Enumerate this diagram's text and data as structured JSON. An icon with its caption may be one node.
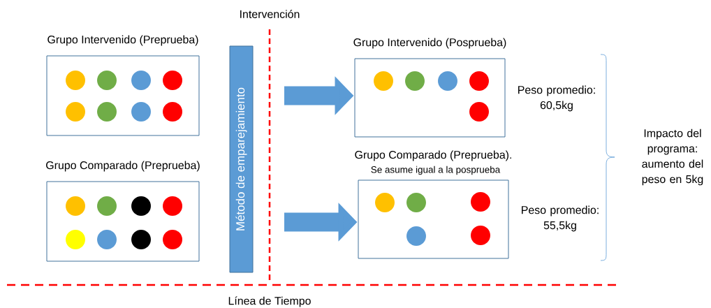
{
  "diagram": {
    "nodes": [
      {
        "text": [
          "Grupo Intervenido (Preprueba)"
        ]
      },
      {
        "text": [],
        "shape": "circle",
        "in": 0
      },
      {
        "text": [],
        "shape": "circle",
        "in": 0
      },
      {
        "text": [],
        "shape": "circle",
        "in": 0
      },
      {
        "text": [],
        "shape": "circle",
        "in": 0
      },
      {
        "text": [],
        "shape": "circle",
        "in": 0
      },
      {
        "text": [],
        "shape": "circle",
        "in": 0
      },
      {
        "text": [],
        "shape": "circle",
        "in": 0
      },
      {
        "text": [],
        "shape": "circle",
        "in": 0
      },
      {
        "text": [
          "Grupo Comparado (Preprueba)"
        ]
      },
      {
        "text": [],
        "shape": "circle",
        "in": 9
      },
      {
        "text": [],
        "shape": "circle",
        "in": 9
      },
      {
        "text": [],
        "shape": "circle",
        "in": 9
      },
      {
        "text": [],
        "shape": "circle",
        "in": 9
      },
      {
        "text": [],
        "shape": "circle",
        "in": 9
      },
      {
        "text": [],
        "shape": "circle",
        "in": 9
      },
      {
        "text": [],
        "shape": "circle",
        "in": 9
      },
      {
        "text": [],
        "shape": "circle",
        "in": 9
      },
      {
        "text": [
          "Método de emparejamiento"
        ]
      },
      {
        "text": [
          "Grupo Intervenido (Posprueba)"
        ],
        "beside": [
          "Peso promedio: 60,5kg"
        ]
      },
      {
        "text": [],
        "shape": "circle",
        "in": 19
      },
      {
        "text": [],
        "shape": "circle",
        "in": 19
      },
      {
        "text": [],
        "shape": "circle",
        "in": 19
      },
      {
        "text": [],
        "shape": "circle",
        "in": 19
      },
      {
        "text": [],
        "shape": "circle",
        "in": 19
      },
      {
        "text": [
          "Grupo Comparado (Preprueba).",
          "Se asume igual a la posprueba"
        ],
        "beside": [
          "Peso promedio: 55,5kg"
        ]
      },
      {
        "text": [],
        "shape": "circle",
        "in": 25
      },
      {
        "text": [],
        "shape": "circle",
        "in": 25
      },
      {
        "text": [],
        "shape": "circle",
        "in": 25
      },
      {
        "text": [],
        "shape": "circle",
        "in": 25
      },
      {
        "text": [],
        "shape": "circle",
        "in": 25
      }
    ],
    "edges": [
      {
        "from": null,
        "to": 19,
        "arrow": "to"
      },
      {
        "from": null,
        "to": 25,
        "arrow": "to"
      }
    ],
    "labels": [
      "Intervención",
      "Impacto del programa: aumento del peso en 5kg",
      "Línea de Tiempo"
    ]
  }
}
